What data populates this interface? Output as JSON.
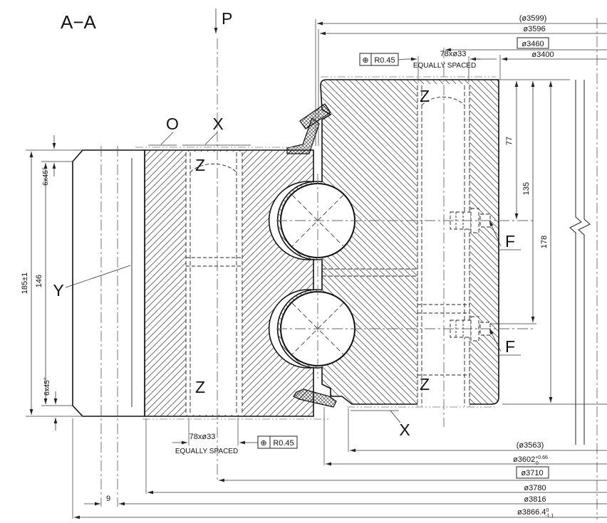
{
  "drawing": {
    "section_title": "A−A",
    "p_marker": "P"
  },
  "surface_marks": {
    "o": "O",
    "x_top": "X",
    "x_bottom": "X",
    "y": "Y",
    "z_inner_top": "Z",
    "z_inner_bottom": "Z",
    "z_outer_top": "Z",
    "z_outer_bottom": "Z",
    "f_upper": "F",
    "f_lower": "F"
  },
  "dims_top": {
    "d1": "(ø3599)",
    "d2": "ø3596",
    "d3": "ø3460",
    "d4": "ø3400",
    "holes": "78xø33",
    "spaced": "EQUALLY SPACED",
    "tol_symbol": "⊕",
    "tol_value": "R0.45"
  },
  "dims_bottom": {
    "d1": "(ø3563)",
    "d2_base": "ø3602",
    "d2_sup": "+0.66",
    "d2_sub": "0",
    "d3": "ø3710",
    "d4": "ø3780",
    "d5": "ø3816",
    "d6_base": "ø3866.4",
    "d6_sup": "0",
    "d6_sub": "-1.1",
    "d9": "9",
    "holes": "78xø33",
    "spaced": "EQUALLY SPACED",
    "tol_symbol": "⊕",
    "tol_value": "R0.45"
  },
  "dims_left": {
    "height": "185±1",
    "inner": "146",
    "chamfer_top": "6x45°",
    "chamfer_bottom": "6x45°"
  },
  "dims_right": {
    "v1": "77",
    "v2": "135",
    "v3": "178"
  }
}
